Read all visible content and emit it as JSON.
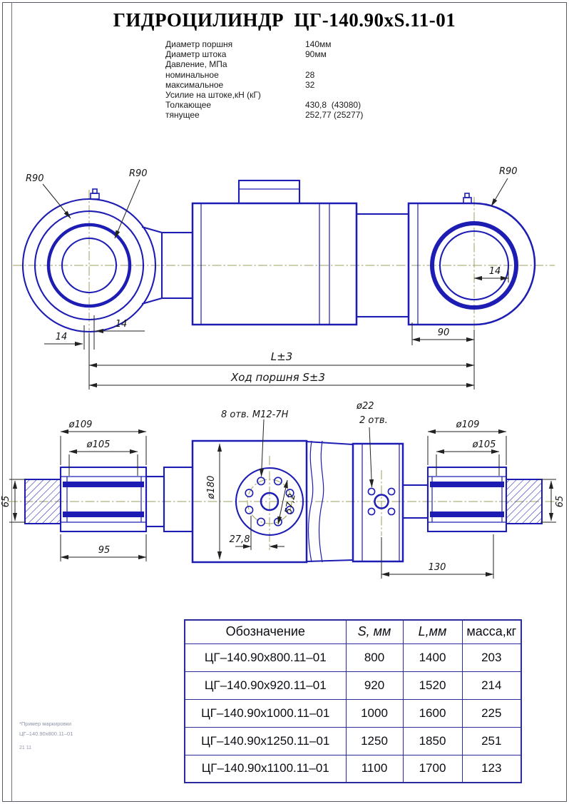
{
  "page": {
    "title": "ГИДРОЦИЛИНДР  ЦГ-140.90xS.11-01"
  },
  "specs": [
    {
      "label": "Диаметр поршня",
      "value": "140мм"
    },
    {
      "label": "Диаметр штока",
      "value": "90мм"
    },
    {
      "label": "Давление, МПа",
      "value": ""
    },
    {
      "label": "номинальное",
      "value": "28"
    },
    {
      "label": "максимальное",
      "value": "32"
    },
    {
      "label": "Усилие на штоке,кН (кГ)",
      "value": ""
    },
    {
      "label": "Толкающее",
      "value": "430,8  (43080)"
    },
    {
      "label": "тянущее",
      "value": "252,77 (25277)"
    }
  ],
  "top_view": {
    "r90_left": "R90",
    "r90_mid": "R90",
    "r90_right": "R90",
    "dim_14_a": "14",
    "dim_14_b": "14",
    "dim_14_c": "14",
    "dim_90": "90",
    "dim_length": "L±3",
    "dim_stroke": "Ход поршня S±3"
  },
  "bottom_view": {
    "dia_109_left": "ø109",
    "dia_105_left": "ø105",
    "dia_109_right": "ø109",
    "dia_105_right": "ø105",
    "holes_flange": "8 отв. М12-7Н",
    "dia_port": "ø22",
    "holes_port": "2 отв.",
    "dia_body": "ø180",
    "dim_57_2": "57,2",
    "dim_27_8": "27,8",
    "dim_95": "95",
    "dim_130": "130",
    "dim_65_left": "65",
    "dim_65_right": "65"
  },
  "note": {
    "line1": "*Пример маркировки",
    "line2": "ЦГ–140.90х800.11–01",
    "line3": "21 11"
  },
  "table": {
    "headers": [
      "Обозначение",
      "S, мм",
      "L,мм",
      "масса,кг"
    ],
    "rows": [
      [
        "ЦГ–140.90х800.11–01",
        "800",
        "1400",
        "203"
      ],
      [
        "ЦГ–140.90х920.11–01",
        "920",
        "1520",
        "214"
      ],
      [
        "ЦГ–140.90х1000.11–01",
        "1000",
        "1600",
        "225"
      ],
      [
        "ЦГ–140.90х1250.11–01",
        "1250",
        "1850",
        "251"
      ],
      [
        "ЦГ–140.90х1100.11–01",
        "1100",
        "1700",
        "123"
      ]
    ]
  },
  "colors": {
    "drawing_line": "#1d1db4",
    "centerline": "#9d9d62",
    "dimension": "#222222",
    "table_border": "#2b2b9e"
  }
}
